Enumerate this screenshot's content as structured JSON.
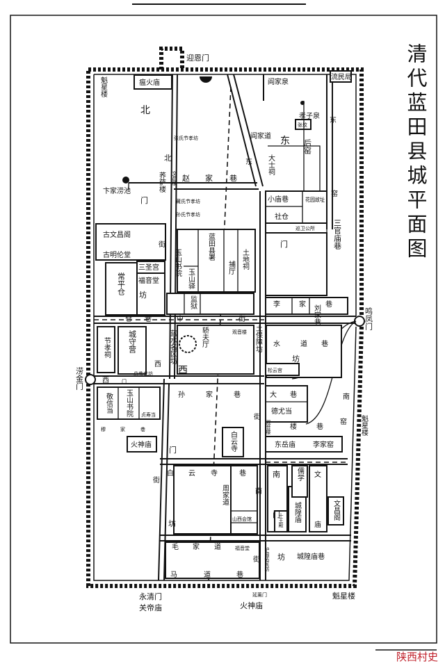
{
  "title": "清代蓝田县城平面图",
  "watermark": "陕西村史",
  "gates": {
    "north": "迎恩门",
    "east": "鸣凤门",
    "west": "涝金门",
    "south": "永清门",
    "south_east": "延薰门"
  },
  "outside": {
    "guandi": "关帝庙",
    "huoshen": "火神庙",
    "kuixing_se": "魁星楼"
  },
  "labels": {
    "kuixing_nw": "魁星楼",
    "wenhuo": "瘟火庙",
    "bei1": "北",
    "zhangshi": "张氏节孝坊",
    "bei2": "北",
    "qiaolou": "荞萨楼",
    "wenchanglou": "文昌楼",
    "zhao": "赵",
    "jia1": "家",
    "xiang1": "巷",
    "bianjia": "卞家涝池",
    "men1": "门",
    "zangshi": "藏氏节孝坊",
    "sunshi": "孙氏节孝坊",
    "yanjiaquan": "阎家泉",
    "liumin": "流民局",
    "xiaoziquan": "孝子泉",
    "zhangfen": "张坟",
    "dong1": "东",
    "yanjiadao": "阎家道",
    "dong2": "东",
    "houyao": "后窑",
    "dong3": "东",
    "dashici": "大士祠",
    "yao1": "窑",
    "xiaomiao": "小庙巷",
    "huayuan": "花园故址",
    "shecang": "社仓",
    "xunwei": "巡卫公所",
    "sanguan": "三官庙巷",
    "guwenchang": "古文昌阁",
    "gumingluan": "古明伦堂",
    "jie1": "街",
    "yushan_sy1": "玉山书院",
    "yushanyi": "玉山驿",
    "xianshu": "蓝田县署",
    "buting": "捕厅",
    "tudici": "土地祠",
    "sansheng": "三圣宫",
    "fuyin1": "福音堂",
    "changping": "常平仓",
    "fang1": "坊",
    "jianyu": "监狱",
    "cang": "仓",
    "xiang2": "巷",
    "zhong": "中",
    "jie2": "街",
    "men2": "门",
    "li": "李",
    "jia2": "家",
    "xiang3": "巷",
    "liujia": "刘家巷",
    "shui": "水",
    "dao1": "道",
    "xiang4": "巷",
    "fang2": "坊",
    "songyun": "松云宫",
    "da": "大",
    "xiang5": "巷",
    "deyou": "德尤当",
    "nan1": "南",
    "yao2": "窑",
    "kuixing_e": "魁星楼",
    "jiexiaoci": "节孝祠",
    "chengshou": "城守营",
    "xi1": "西",
    "lanshui": "蓝水名区坊",
    "xi2": "西",
    "jiaofu": "轿夫厅",
    "guanyin1": "观音楼",
    "tubaozhang": "土保障坊",
    "xi3": "西",
    "men3": "门",
    "zongjiexiao": "总节孝坊",
    "jingxin": "敬信当",
    "yushan_sy2": "玉山书院",
    "zhenshou": "贞寿当",
    "sun": "孙",
    "jia3": "家",
    "xiang6": "巷",
    "jie3": "街",
    "mu": "穆",
    "jia4": "家",
    "xiang7": "巷",
    "huoshen": "火神庙",
    "men4": "门",
    "baiyunsi": "白云寺",
    "guanyin2": "观音楼",
    "lou": "楼",
    "xiang8": "巷",
    "dongyue": "东岳庙",
    "lijiayao": "李家窑",
    "jie4": "街",
    "bai": "白",
    "yun": "云",
    "si": "寺",
    "xiang9": "巷",
    "zhoujiadao": "周家道",
    "nan2": "南",
    "fang3": "坊",
    "shanxi": "山西会馆",
    "nan3": "南",
    "men5": "门",
    "ruxue": "儒学",
    "wen": "文",
    "miao": "庙",
    "chenghuang": "城隍庙",
    "wenchangge": "文昌阁",
    "shiwang": "十王殿",
    "huguo": "护国佑民坊",
    "fang4": "坊",
    "chenghuangxiang": "城隍庙巷",
    "mao": "毛",
    "jia5": "家",
    "dao2": "道",
    "fuyin2": "福音堂",
    "jie5": "街",
    "ma": "马",
    "dao3": "道",
    "xiang10": "巷"
  }
}
